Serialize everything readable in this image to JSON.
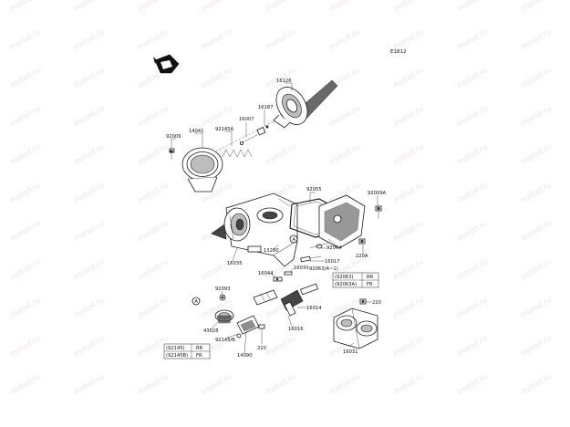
{
  "diagram_code": "E1812",
  "watermark_text": "motod.ru",
  "parts": {
    "p92009": "92009",
    "p14041": "14041",
    "p92145A": "92145A",
    "p16007": "16007",
    "p16187": "16187",
    "p16126": "16126",
    "p92055": "92055",
    "p92009A": "92009A",
    "pA_upper": "A",
    "p13280": "13280",
    "p92064": "92064",
    "p220A": "220A",
    "p16017": "16017",
    "p92063A1": "92063(A~1)",
    "p16035": "16035",
    "p16030": "16030",
    "p16044": "16044",
    "p92093": "92093",
    "pA_lower": "A",
    "p220_right": "220",
    "p16014": "16014",
    "p43028": "43028",
    "p92145B": "92145/B",
    "p16016": "16016",
    "p220_bottom": "220",
    "p14090": "14090",
    "p16031": "16031"
  },
  "table_right": [
    {
      "code": "(92063)",
      "region": "RR"
    },
    {
      "code": "(92063A)",
      "region": "FR"
    }
  ],
  "table_left": [
    {
      "code": "(92145)",
      "region": "RR"
    },
    {
      "code": "(92145B)",
      "region": "FR"
    }
  ]
}
